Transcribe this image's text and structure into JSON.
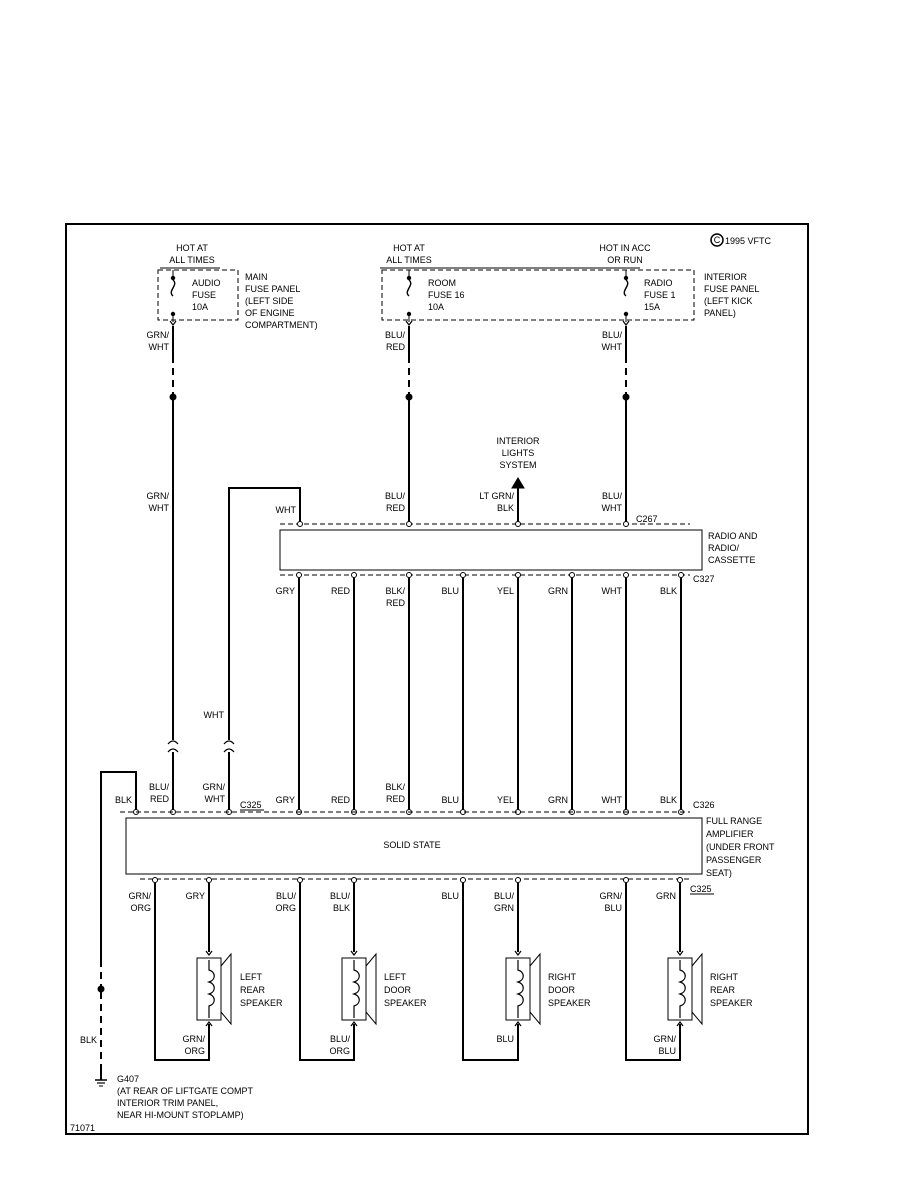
{
  "copyright": "1995 VFTC",
  "copyright_symbol": "C",
  "figure_id": "71071",
  "hot": {
    "audio": [
      "HOT AT",
      "ALL TIMES"
    ],
    "room": [
      "HOT AT",
      "ALL TIMES"
    ],
    "radio": [
      "HOT IN ACC",
      "OR RUN"
    ]
  },
  "fuses": {
    "audio": [
      "AUDIO",
      "FUSE",
      "10A"
    ],
    "room": [
      "ROOM",
      "FUSE 16",
      "10A"
    ],
    "radio": [
      "RADIO",
      "FUSE 1",
      "15A"
    ]
  },
  "panels": {
    "main": [
      "MAIN",
      "FUSE PANEL",
      "(LEFT SIDE",
      "OF ENGINE",
      "COMPARTMENT)"
    ],
    "interior": [
      "INTERIOR",
      "FUSE PANEL",
      "(LEFT KICK",
      "PANEL)"
    ]
  },
  "wires_top": {
    "audio_1": [
      "GRN/",
      "WHT"
    ],
    "room_1": [
      "BLU/",
      "RED"
    ],
    "radio_1": [
      "BLU/",
      "WHT"
    ],
    "audio_2": [
      "GRN/",
      "WHT"
    ],
    "wht_top": "WHT",
    "room_2": [
      "BLU/",
      "RED"
    ],
    "lights": [
      "LT GRN/",
      "BLK"
    ],
    "radio_2": [
      "BLU/",
      "WHT"
    ]
  },
  "interior_lights": [
    "INTERIOR",
    "LIGHTS",
    "SYSTEM"
  ],
  "connectors": {
    "c267": "C267",
    "c327": "C327",
    "c325_top": "C325",
    "c326": "C326",
    "c325_bottom": "C325"
  },
  "radio_label": [
    "RADIO AND",
    "RADIO/",
    "CASSETTE"
  ],
  "radio_out_wires": [
    [
      "GRY"
    ],
    [
      "RED"
    ],
    [
      "BLK/",
      "RED"
    ],
    [
      "BLU"
    ],
    [
      "YEL"
    ],
    [
      "GRN"
    ],
    [
      "WHT"
    ],
    [
      "BLK"
    ]
  ],
  "amp_in_wires": [
    [
      "GRY"
    ],
    [
      "RED"
    ],
    [
      "BLK/",
      "RED"
    ],
    [
      "BLU"
    ],
    [
      "YEL"
    ],
    [
      "GRN"
    ],
    [
      "WHT"
    ],
    [
      "BLK"
    ]
  ],
  "mid_wht": "WHT",
  "amp_left_wires": {
    "blk": [
      "BLK"
    ],
    "blu_red": [
      "BLU/",
      "RED"
    ],
    "grn_wht": [
      "GRN/",
      "WHT"
    ]
  },
  "amplifier": {
    "body": "SOLID STATE",
    "label": [
      "FULL RANGE",
      "AMPLIFIER",
      "(UNDER FRONT",
      "PASSENGER",
      "SEAT)"
    ]
  },
  "amp_out_wires": [
    [
      "GRN/",
      "ORG"
    ],
    [
      "GRY"
    ],
    [
      "BLU/",
      "ORG"
    ],
    [
      "BLU/",
      "BLK"
    ],
    [
      "BLU"
    ],
    [
      "BLU/",
      "GRN"
    ],
    [
      "GRN/",
      "BLU"
    ],
    [
      "GRN"
    ]
  ],
  "speakers": [
    {
      "name": [
        "LEFT",
        "REAR",
        "SPEAKER"
      ],
      "bottom_wire": [
        "GRN/",
        "ORG"
      ]
    },
    {
      "name": [
        "LEFT",
        "DOOR",
        "SPEAKER"
      ],
      "bottom_wire": [
        "BLU/",
        "ORG"
      ]
    },
    {
      "name": [
        "RIGHT",
        "DOOR",
        "SPEAKER"
      ],
      "bottom_wire": [
        "BLU"
      ]
    },
    {
      "name": [
        "RIGHT",
        "REAR",
        "SPEAKER"
      ],
      "bottom_wire": [
        "GRN/",
        "BLU"
      ]
    }
  ],
  "ground_wire": "BLK",
  "ground": [
    "G407",
    "(AT REAR OF LIFTGATE COMPT",
    "INTERIOR TRIM PANEL,",
    "NEAR HI-MOUNT STOPLAMP)"
  ]
}
